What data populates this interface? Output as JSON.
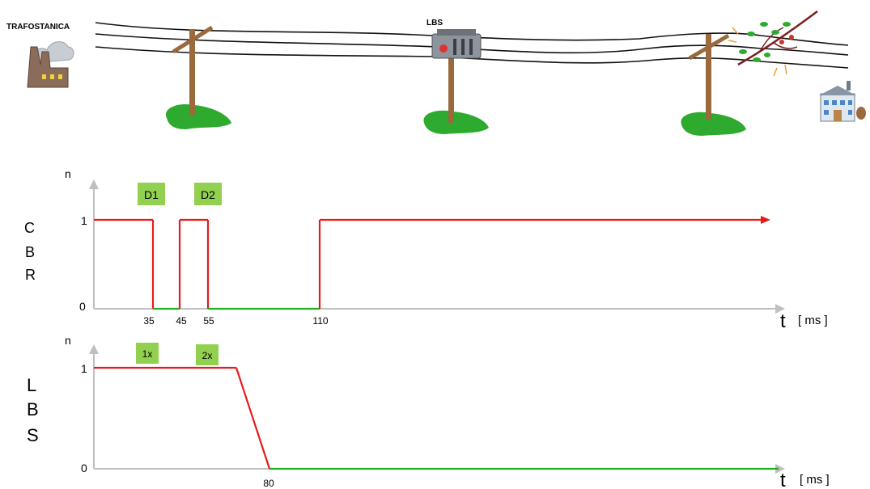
{
  "scene": {
    "substation_label": "TRAFOSTANICA",
    "lbs_label": "LBS",
    "icons": [
      "power-plant-icon",
      "utility-pole-icon",
      "lbs-switch-icon",
      "tree-branch-icon",
      "factory-icon"
    ]
  },
  "colors": {
    "state_on": "#e81b1b",
    "state_off": "#22b022",
    "axis": "#bfbfbf",
    "badge": "#92d050",
    "pole": "#9a6a3c",
    "grass": "#2eaa2e"
  },
  "chart_data": [
    {
      "type": "line",
      "ylabel_letters": [
        "C",
        "B",
        "R"
      ],
      "y_axis_label": "n",
      "x_axis_label": "t",
      "x_unit": "[ ms ]",
      "y_ticks": [
        "0",
        "1"
      ],
      "x_ticks": [
        "35",
        "45",
        "55",
        "110"
      ],
      "badges": [
        "D1",
        "D2"
      ],
      "series": [
        {
          "x": [
            0,
            35,
            35,
            45,
            45,
            55,
            55,
            110,
            110,
            250
          ],
          "y": [
            1,
            1,
            0,
            0,
            1,
            1,
            0,
            0,
            1,
            1
          ]
        }
      ]
    },
    {
      "type": "line",
      "ylabel_letters": [
        "L",
        "B",
        "S"
      ],
      "y_axis_label": "n",
      "x_axis_label": "t",
      "x_unit": "[ ms ]",
      "y_ticks": [
        "0",
        "1"
      ],
      "x_ticks": [
        "80"
      ],
      "badges": [
        "1x",
        "2x"
      ],
      "series": [
        {
          "x": [
            0,
            70,
            80,
            250
          ],
          "y": [
            1,
            1,
            0,
            0
          ]
        }
      ]
    }
  ]
}
